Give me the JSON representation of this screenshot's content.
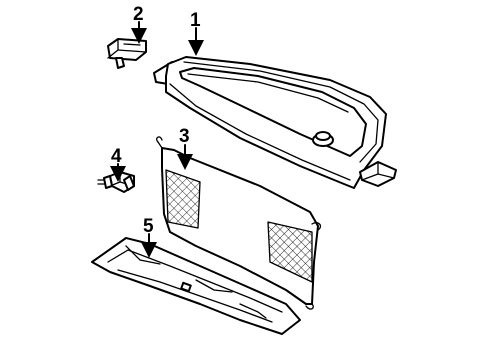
{
  "callouts": {
    "part_1": "1",
    "part_2": "2",
    "part_3": "3",
    "part_4": "4",
    "part_5": "5"
  },
  "colors": {
    "ink": "#000000",
    "background": "#ffffff"
  }
}
